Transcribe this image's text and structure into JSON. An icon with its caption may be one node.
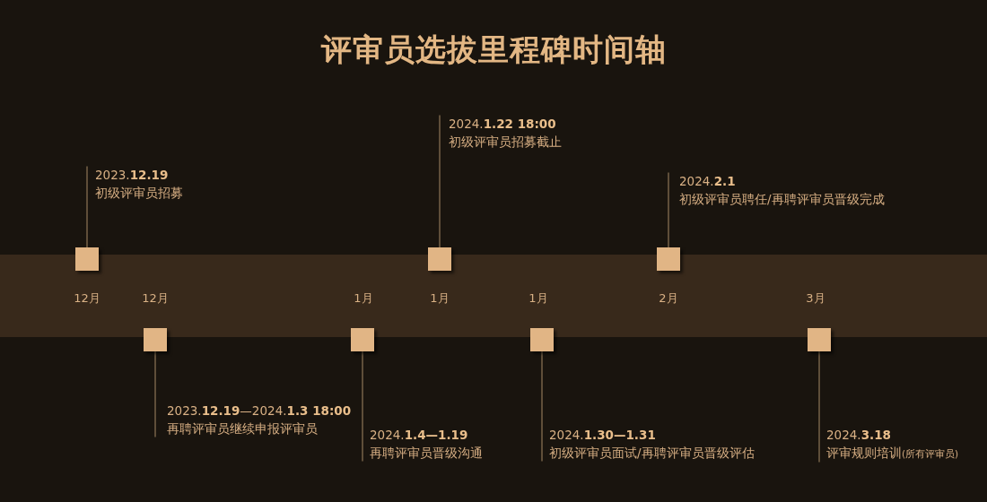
{
  "diagram": {
    "title": "评审员选拔里程碑时间轴",
    "nodes": [
      {
        "text": [
          "2023.**12.19**",
          "初级评审员招募"
        ]
      },
      {
        "text": [
          "2023.**12.19**—2024.**1.3 18:00**",
          "再聘评审员继续申报评审员"
        ]
      },
      {
        "text": [
          "2024.**1.4—1.19**",
          "再聘评审员晋级沟通"
        ]
      },
      {
        "text": [
          "2024.**1.22 18:00**",
          "初级评审员招募截止"
        ]
      },
      {
        "text": [
          "2024.**1.30—1.31**",
          "初级评审员面试/再聘评审员晋级评估"
        ]
      },
      {
        "text": [
          "2024.**2.1**",
          "初级评审员聘任/再聘评审员晋级完成"
        ]
      },
      {
        "text": [
          "2024.**3.18**",
          "评审规则培训",
          "(所有评审员)"
        ]
      },
      {
        "text": [],
        "shape": "box",
        "beside": [
          "12月"
        ]
      },
      {
        "text": [],
        "shape": "box",
        "beside": [
          "12月"
        ]
      },
      {
        "text": [],
        "shape": "box",
        "beside": [
          "1月"
        ]
      },
      {
        "text": [],
        "shape": "box",
        "beside": [
          "1月"
        ]
      },
      {
        "text": [],
        "shape": "box",
        "beside": [
          "1月"
        ]
      },
      {
        "text": [],
        "shape": "box",
        "beside": [
          "2月"
        ]
      },
      {
        "text": [],
        "shape": "box",
        "beside": [
          "3月"
        ]
      }
    ],
    "edges": [
      {
        "from": 0,
        "to": 7,
        "arrow": "none"
      },
      {
        "from": 1,
        "to": 8,
        "arrow": "none"
      },
      {
        "from": 2,
        "to": 9,
        "arrow": "none"
      },
      {
        "from": 3,
        "to": 10,
        "arrow": "none"
      },
      {
        "from": 4,
        "to": 11,
        "arrow": "none"
      },
      {
        "from": 5,
        "to": 12,
        "arrow": "none"
      },
      {
        "from": 6,
        "to": 13,
        "arrow": "none"
      }
    ]
  }
}
